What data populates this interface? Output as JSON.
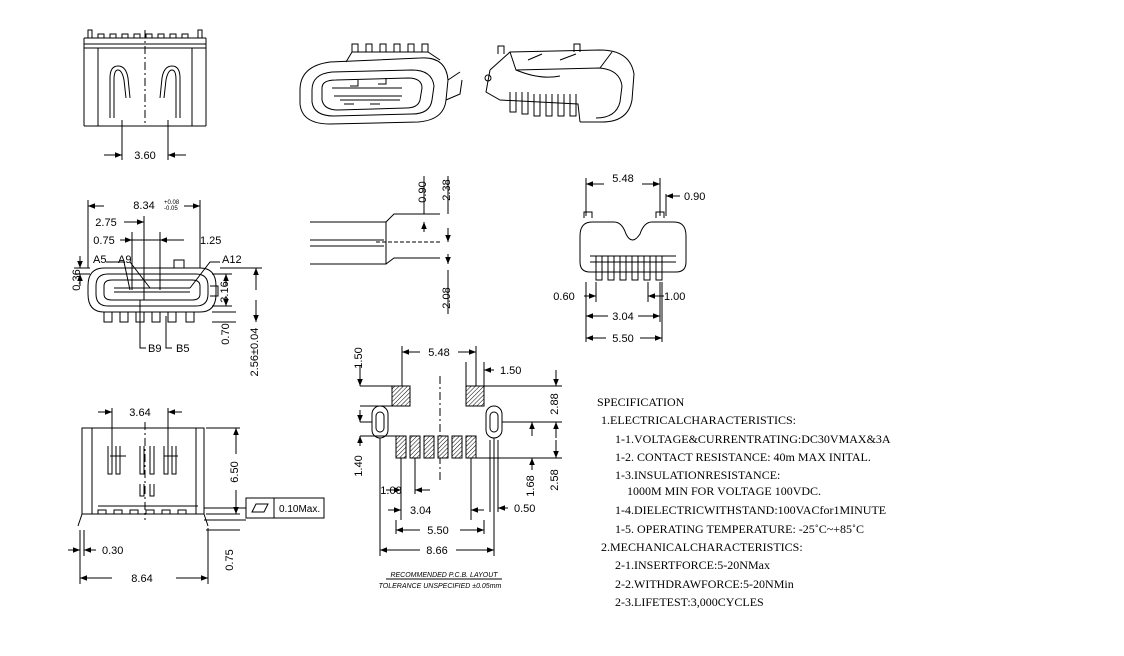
{
  "dims": {
    "d_3_60": "3.60",
    "d_8_34": "8.34",
    "d_8_34_tol_top": "+0.08",
    "d_8_34_tol_bot": "-0.05",
    "d_2_75": "2.75",
    "d_0_75": "0.75",
    "d_1_25": "1.25",
    "d_0_36": "0.36",
    "d_3_16": "3.16",
    "d_0_70": "0.70",
    "d_2_56": "2.56±0.04",
    "d_0_90_side": "0.90",
    "d_2_38": "2.38",
    "d_2_08": "2.08",
    "d_5_48_rear": "5.48",
    "d_0_90_rear": "0.90",
    "d_0_60": "0.60",
    "d_1_00_rear": "1.00",
    "d_3_04_rear": "3.04",
    "d_5_50_rear": "5.50",
    "d_3_64": "3.64",
    "d_6_50": "6.50",
    "d_0_30": "0.30",
    "d_0_75_bottom": "0.75",
    "d_8_64": "8.64",
    "d_1_50_left": "1.50",
    "d_5_48_pcb": "5.48",
    "d_1_50_right": "1.50",
    "d_2_88": "2.88",
    "d_1_40": "1.40",
    "d_1_68": "1.68",
    "d_2_58": "2.58",
    "d_1_00_pcb": "1.00",
    "d_3_04_pcb": "3.04",
    "d_0_50": "0.50",
    "d_5_50_pcb": "5.50",
    "d_8_66": "8.66"
  },
  "pins": {
    "a5": "A5",
    "a9": "A9",
    "a12": "A12",
    "b9": "B9",
    "b5": "B5"
  },
  "flatness": "0.10Max.",
  "pcb": {
    "title": "RECOMMENDED P.C.B. LAYOUT",
    "tolerance": "TOLERANCE UNSPECIFIED ±0.05mm"
  },
  "spec": {
    "heading": "SPECIFICATION",
    "s1": "1.ELECTRICALCHARACTERISTICS:",
    "s1_1": "1-1.VOLTAGE&CURRENTRATING:DC30VMAX&3A",
    "s1_2": "1-2. CONTACT RESISTANCE: 40m    MAX INITAL.",
    "s1_3": "1-3.INSULATIONRESISTANCE:",
    "s1_3b": "1000M    MIN FOR VOLTAGE 100VDC.",
    "s1_4": "1-4.DIELECTRICWITHSTAND:100VACfor1MINUTE",
    "s1_5": "1-5. OPERATING TEMPERATURE: -25˚C~+85˚C",
    "s2": "2.MECHANICALCHARACTERISTICS:",
    "s2_1": "2-1.INSERTFORCE:5-20NMax",
    "s2_2": "2-2.WITHDRAWFORCE:5-20NMin",
    "s2_3": "2-3.LIFETEST:3,000CYCLES"
  }
}
